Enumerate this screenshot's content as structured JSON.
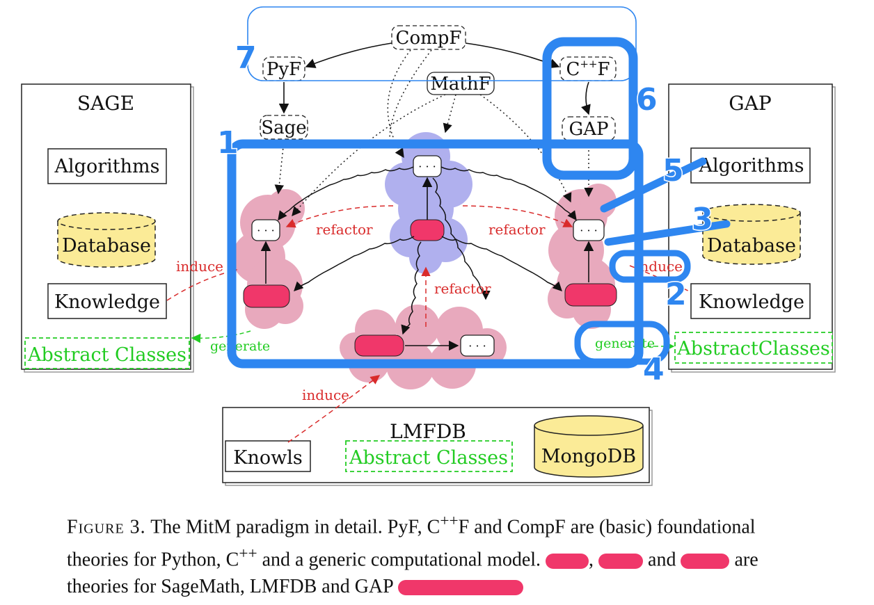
{
  "sage_panel": {
    "title": "SAGE",
    "algorithms": "Algorithms",
    "database": "Database",
    "knowledge": "Knowledge",
    "abstract_classes": "Abstract Classes"
  },
  "gap_panel": {
    "title": "GAP",
    "algorithms": "Algorithms",
    "database": "Database",
    "knowledge": "Knowledge",
    "abstract_classes": "AbstractClasses"
  },
  "lmfdb_panel": {
    "title": "LMFDB",
    "knowls": "Knowls",
    "abstract_classes": "Abstract Classes",
    "mongodb": "MongoDB"
  },
  "theories": {
    "compf": "CompF",
    "pyf": "PyF",
    "cppf_base": "C",
    "cppf_sup": "++",
    "cppf_tail": "F",
    "mathf": "MathF",
    "sage": "Sage",
    "gap": "GAP",
    "ellipsis": "· · ·"
  },
  "edge_labels": {
    "refactor_left": "refactor",
    "refactor_right": "refactor",
    "refactor_bottom": "refactor",
    "induce_left": "induce",
    "induce_right": "induce",
    "induce_bottom": "induce",
    "generate_left": "generate",
    "generate_right": "generate"
  },
  "annotations": [
    "1",
    "2",
    "3",
    "4",
    "5",
    "6",
    "7"
  ],
  "colors": {
    "annotation_blue": "#2e86f0",
    "cloud_pink": "#e8a9bd",
    "cloud_blue": "#b0b0ee",
    "redaction": "#f0376a",
    "db_yellow": "#fbeb97",
    "generate_green": "#22cc22",
    "induce_red": "#d92b2b"
  },
  "caption": {
    "figure_label": "Figure 3.",
    "part1": "The MitM paradigm in detail.  PyF, C",
    "sup1": "++",
    "part2": "F and CompF are (basic) foundational theories for Python, C",
    "sup2": "++",
    "part3": " and a generic computational model.",
    "part4": " and ",
    "part5": " are theories for SageMath, LMFDB and GAP "
  }
}
